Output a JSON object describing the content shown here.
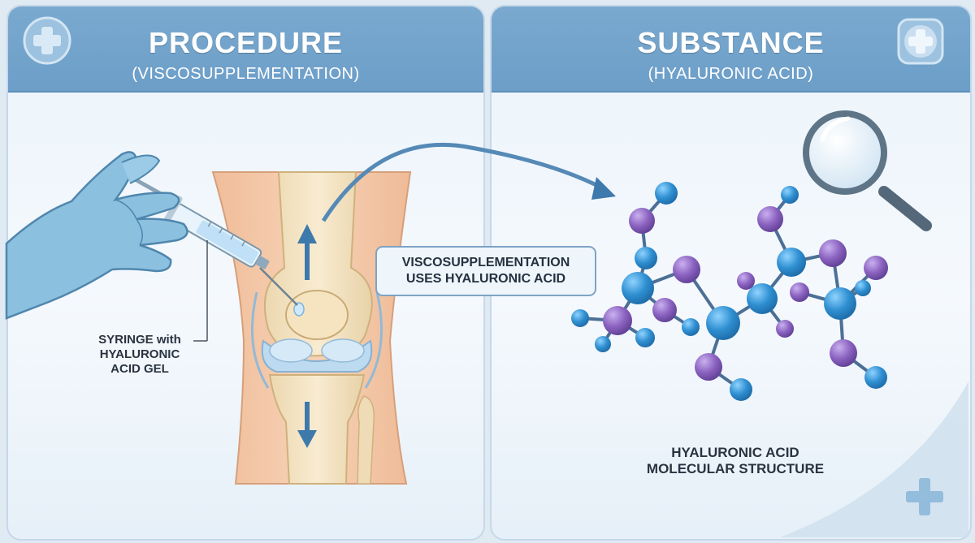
{
  "left_panel": {
    "title": "PROCEDURE",
    "subtitle": "(VISCOSUPPLEMENTATION)",
    "syringe_label_lines": [
      "SYRINGE with",
      "HYALURONIC",
      "ACID GEL"
    ]
  },
  "right_panel": {
    "title": "SUBSTANCE",
    "subtitle": "(HYALURONIC ACID)",
    "molecule_label_lines": [
      "HYALURONIC ACID",
      "MOLECULAR STRUCTURE"
    ]
  },
  "callout": {
    "lines": [
      "VISCOSUPPLEMENTATION",
      "USES HYALURONIC ACID"
    ]
  },
  "icons": [
    "medical-cross-icon",
    "magnifying-glass-icon",
    "gloved-hand-icon",
    "syringe-icon",
    "knee-joint-icon",
    "up-arrow-icon",
    "down-arrow-icon",
    "curved-arrow-icon",
    "molecule-icon"
  ],
  "colors": {
    "header": "#6c9ec8",
    "glove": "#8cc0df",
    "bone": "#f3e3c2",
    "skin": "#f3c7a6",
    "atom_blue": "#2f8fd1",
    "atom_purple": "#8b62c0",
    "arrow": "#3e79ac"
  }
}
